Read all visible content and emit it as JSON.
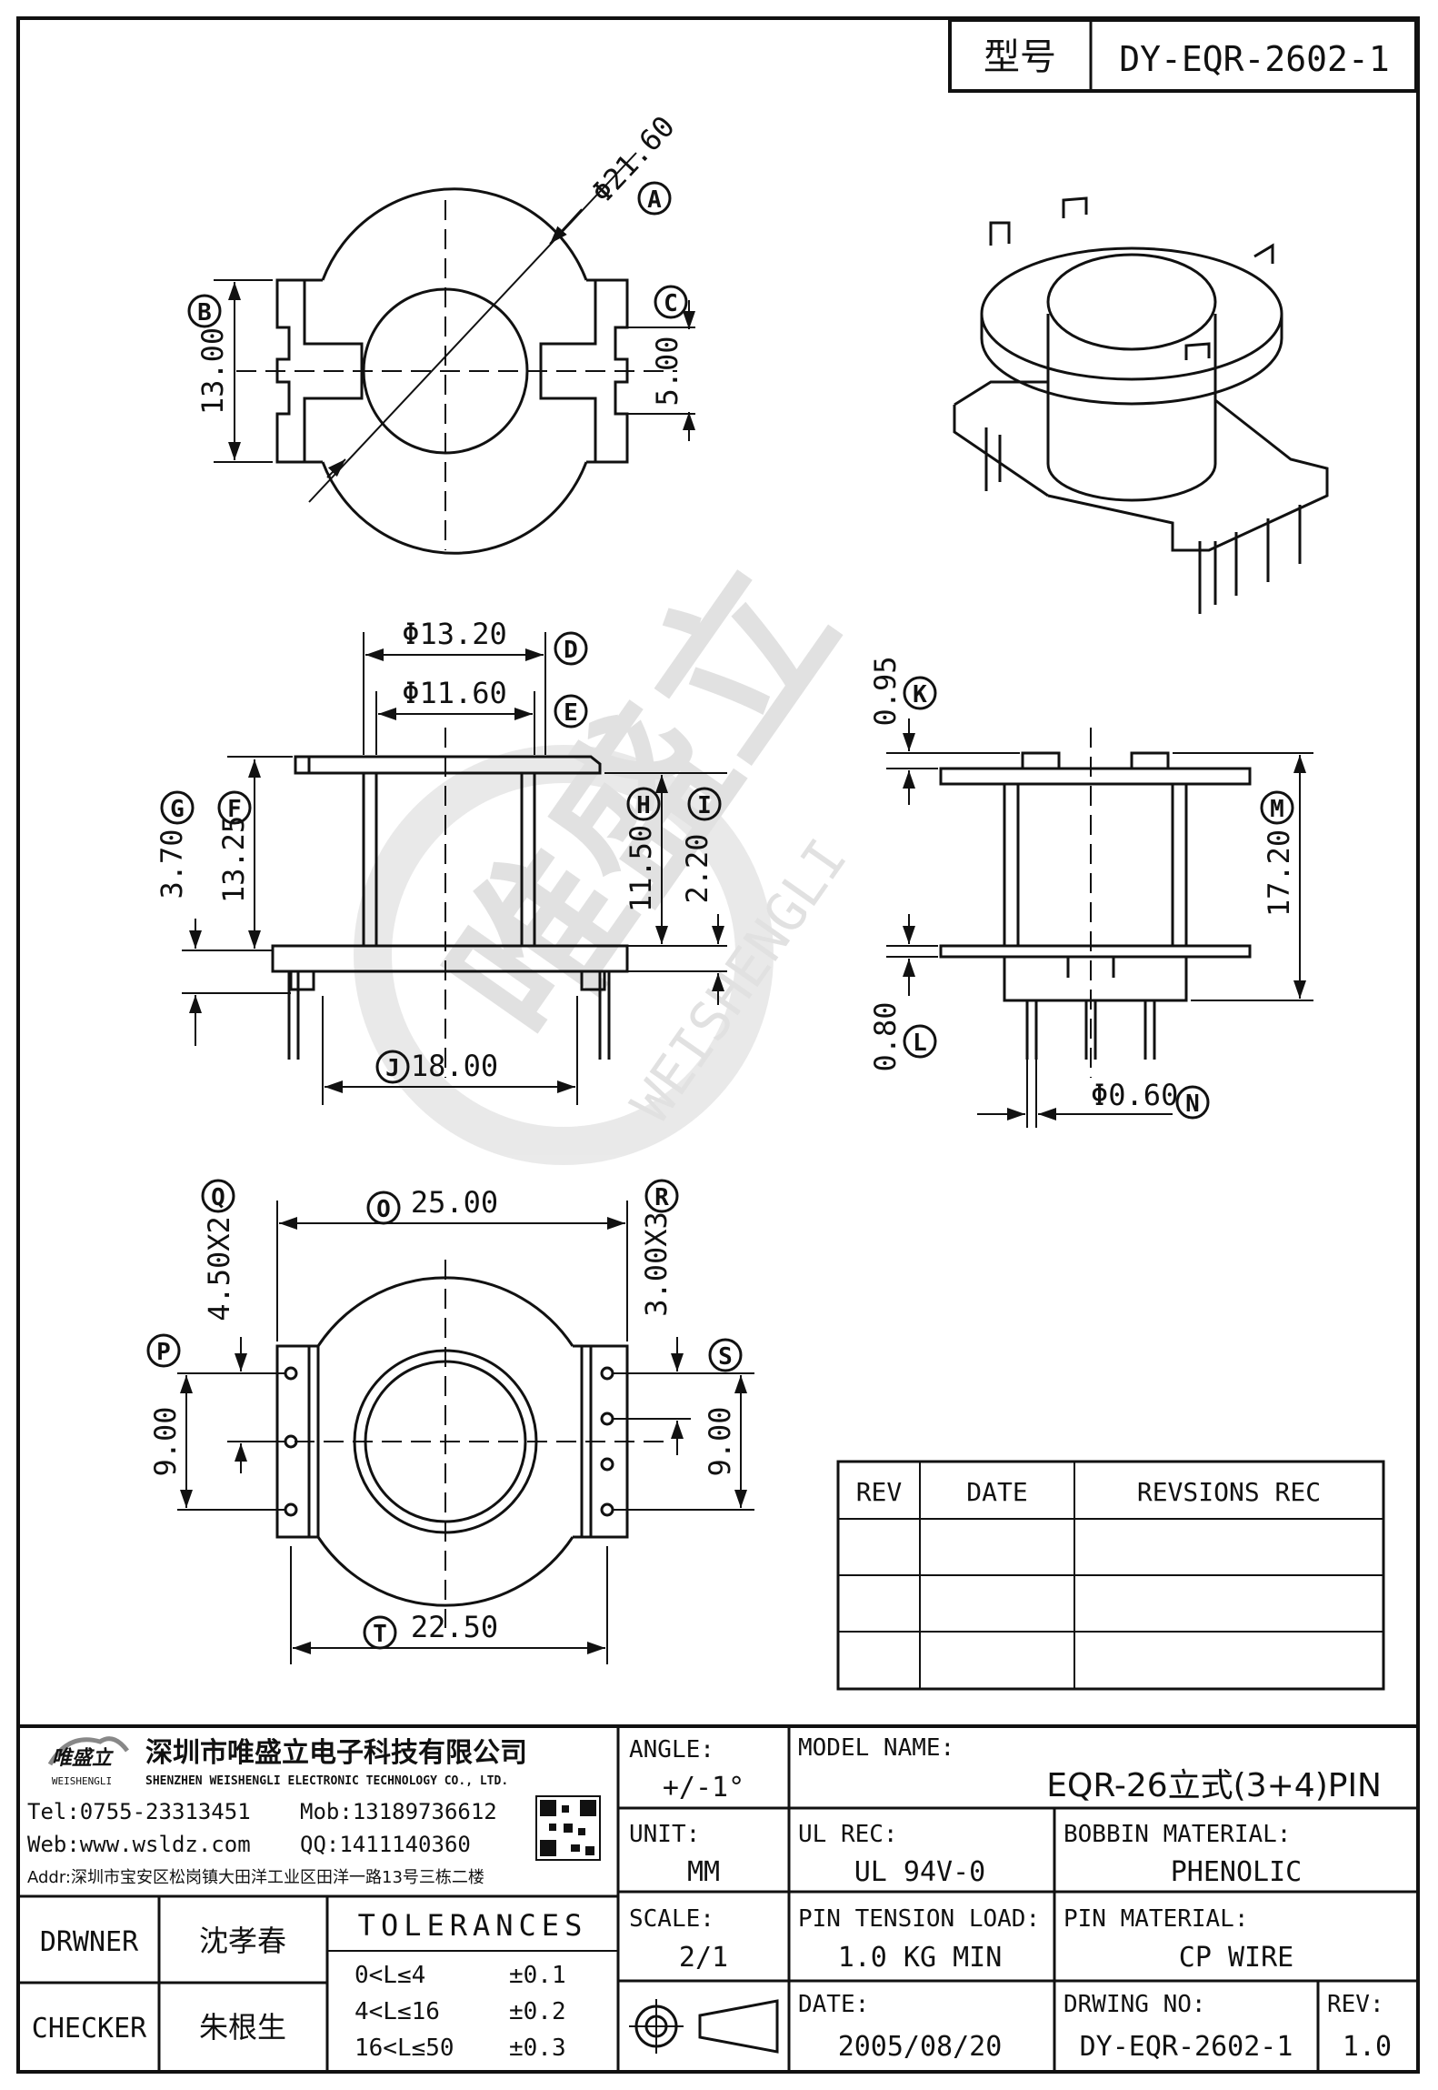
{
  "header": {
    "type_label": "型号",
    "model_no": "DY-EQR-2602-1"
  },
  "dimensions": {
    "top_view": {
      "A": "Φ21.60",
      "B": "13.00",
      "C": "5.00"
    },
    "front_view": {
      "D": "Φ13.20",
      "E": "Φ11.60",
      "F": "13.25",
      "G": "3.70",
      "H": "11.50",
      "I": "2.20",
      "J": "18.00"
    },
    "side_view": {
      "K": "0.95",
      "L": "0.80",
      "M": "17.20",
      "N": "Φ0.60"
    },
    "bottom_view": {
      "O": "25.00",
      "P": "9.00",
      "Q": "4.50X2",
      "R": "3.00X3",
      "S": "9.00",
      "T": "22.50"
    }
  },
  "dimension_letters": [
    "A",
    "B",
    "C",
    "D",
    "E",
    "F",
    "G",
    "H",
    "I",
    "J",
    "K",
    "L",
    "M",
    "N",
    "O",
    "P",
    "Q",
    "R",
    "S",
    "T"
  ],
  "watermark": {
    "cn": "唯盛立",
    "en": "WEISHENGLI"
  },
  "revision_table": {
    "headers": [
      "REV",
      "DATE",
      "REVSIONS REC"
    ],
    "rows": [
      [
        "",
        "",
        ""
      ],
      [
        "",
        "",
        ""
      ],
      [
        "",
        "",
        ""
      ]
    ]
  },
  "company": {
    "logo_text": "唯盛立",
    "logo_sub": "WEISHENGLI",
    "name_cn": "深圳市唯盛立电子科技有限公司",
    "name_en": "SHENZHEN WEISHENGLI ELECTRONIC TECHNOLOGY CO., LTD.",
    "tel": "Tel:0755-23313451",
    "mob": "Mob:13189736612",
    "web": "Web:www.wsldz.com",
    "qq": "QQ:1411140360",
    "addr": "Addr:深圳市宝安区松岗镇大田洋工业区田洋一路13号三栋二楼"
  },
  "title_block": {
    "angle_label": "ANGLE:",
    "angle_value": "+/-1°",
    "model_name_label": "MODEL NAME:",
    "model_name_value": "EQR-26立式(3+4)PIN",
    "unit_label": "UNIT:",
    "unit_value": "MM",
    "ul_rec_label": "UL REC:",
    "ul_rec_value": "UL 94V-0",
    "bobbin_label": "BOBBIN MATERIAL:",
    "bobbin_value": "PHENOLIC",
    "scale_label": "SCALE:",
    "scale_value": "2/1",
    "pin_tension_label": "PIN TENSION LOAD:",
    "pin_tension_value": "1.0 KG MIN",
    "pin_material_label": "PIN MATERIAL:",
    "pin_material_value": "CP WIRE",
    "date_label": "DATE:",
    "date_value": "2005/08/20",
    "drawing_no_label": "DRWING NO:",
    "drawing_no_value": "DY-EQR-2602-1",
    "rev_label": "REV:",
    "rev_value": "1.0",
    "drawer_label": "DRWNER",
    "drawer_value": "沈孝春",
    "checker_label": "CHECKER",
    "checker_value": "朱根生",
    "tolerances_label": "TOLERANCES",
    "tolerances": [
      {
        "range": "0<L≤4",
        "value": "±0.1"
      },
      {
        "range": "4<L≤16",
        "value": "±0.2"
      },
      {
        "range": "16<L≤50",
        "value": "±0.3"
      }
    ]
  }
}
